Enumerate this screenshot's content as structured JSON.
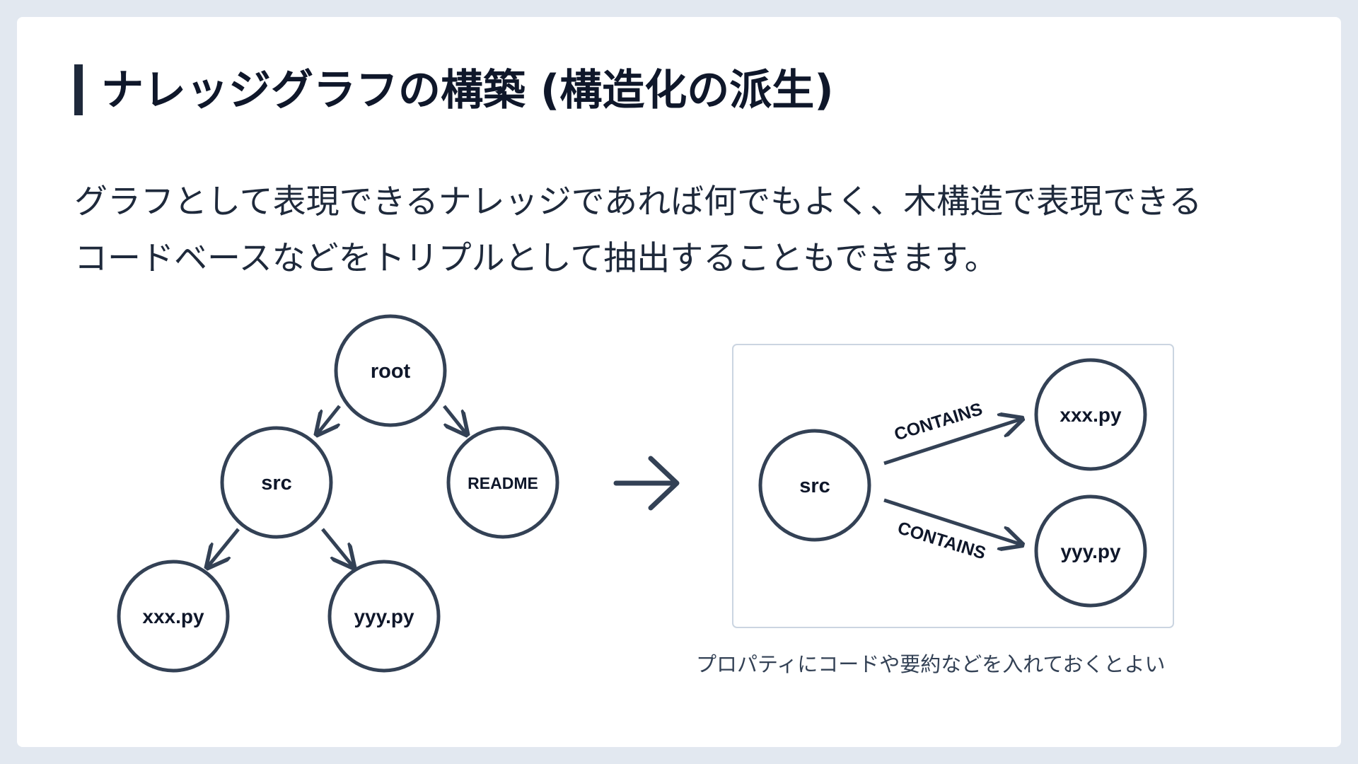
{
  "title": "ナレッジグラフの構築 (構造化の派生)",
  "body": {
    "line1": "グラフとして表現できるナレッジであれば何でもよく、木構造で表現できる",
    "line2": "コードベースなどをトリプルとして抽出することもできます。"
  },
  "tree": {
    "root": "root",
    "src": "src",
    "readme": "README",
    "xxx": "xxx.py",
    "yyy": "yyy.py"
  },
  "graph": {
    "src": "src",
    "xxx": "xxx.py",
    "yyy": "yyy.py",
    "edge_label_1": "CONTAINS",
    "edge_label_2": "CONTAINS"
  },
  "caption": "プロパティにコードや要約などを入れておくとよい",
  "colors": {
    "node_stroke": "#334155",
    "text_dark": "#0f172a",
    "accent_bar": "#1e293b",
    "panel_border": "#cbd5e1"
  },
  "icons": {
    "transform_arrow": "right-arrow-icon"
  }
}
